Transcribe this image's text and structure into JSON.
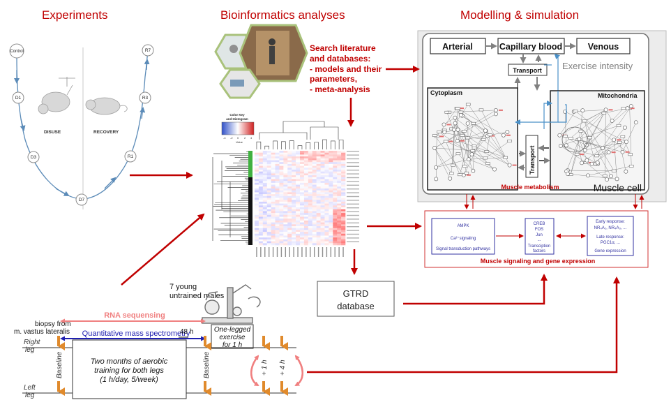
{
  "headers": {
    "experiments": "Experiments",
    "bioinformatics": "Bioinformatics analyses",
    "modelling": "Modelling & simulation"
  },
  "experiments": {
    "nodes": [
      "Control",
      "D1",
      "D3",
      "D7",
      "R1",
      "R3",
      "R7"
    ],
    "disuse_label": "DISUSE",
    "recovery_label": "RECOVERY"
  },
  "bioinformatics": {
    "search_lines": [
      "Search literature",
      "and databases:",
      "- models and their",
      "parameters,",
      "- meta-analysis"
    ],
    "heatmap": {
      "color_key_title": [
        "Color Key",
        "and Histogram"
      ],
      "color_key_ticks": [
        "-4",
        "-2",
        "0",
        "2",
        "4"
      ],
      "color_key_axis": "Value"
    },
    "gtrd": [
      "GTRD",
      "database"
    ]
  },
  "model": {
    "arterial": "Arterial",
    "capillary": "Capillary blood",
    "venous": "Venous",
    "transport_top": "Transport",
    "exercise_intensity": "Exercise intensity",
    "cytoplasm": "Cytoplasm",
    "mitochondria": "Mitochondria",
    "transport_vertical": "Transport",
    "muscle_metabolism": "Muscle metabolism",
    "muscle_cell": "Muscle cell"
  },
  "signaling": {
    "box1": [
      "AMPK",
      "Ca²⁺signaling",
      "Signal transduction pathways"
    ],
    "box2": [
      "CREB",
      "FOS",
      "Jun",
      "...",
      "Transciption",
      "factors"
    ],
    "box3": [
      "Early response:",
      "NR₄A₂, NR₄A₃, ...",
      "Late response:",
      "PGC1α, ...",
      "Gene expression"
    ],
    "title": "Muscle signaling and gene expression"
  },
  "protocol": {
    "young_males": [
      "7 young",
      "untrained males"
    ],
    "rna": "RNA sequensing",
    "biopsy": [
      "biopsy from",
      "m. vastus lateralis"
    ],
    "mass_spec": "Quantitative mass spectrometry",
    "hours_48": "48 h",
    "one_legged": [
      "One-legged",
      "exercise",
      "for 1 h"
    ],
    "right_leg": [
      "Right",
      "leg"
    ],
    "left_leg": [
      "Left",
      "leg"
    ],
    "baseline": "Baseline",
    "training": [
      "Two months of aerobic",
      "training for both legs",
      "(1 h/day, 5/week)"
    ],
    "plus1h": "+ 1 h",
    "plus4h": "+ 4 h"
  },
  "colors": {
    "header_red": "#c00000",
    "arrow_red": "#c00000",
    "node_line_blue": "#5b8bb8",
    "signal_blue": "#3030a0",
    "rna_pink": "#f08080",
    "mass_spec_blue": "#2020b0",
    "protocol_orange": "#e08a2c"
  }
}
